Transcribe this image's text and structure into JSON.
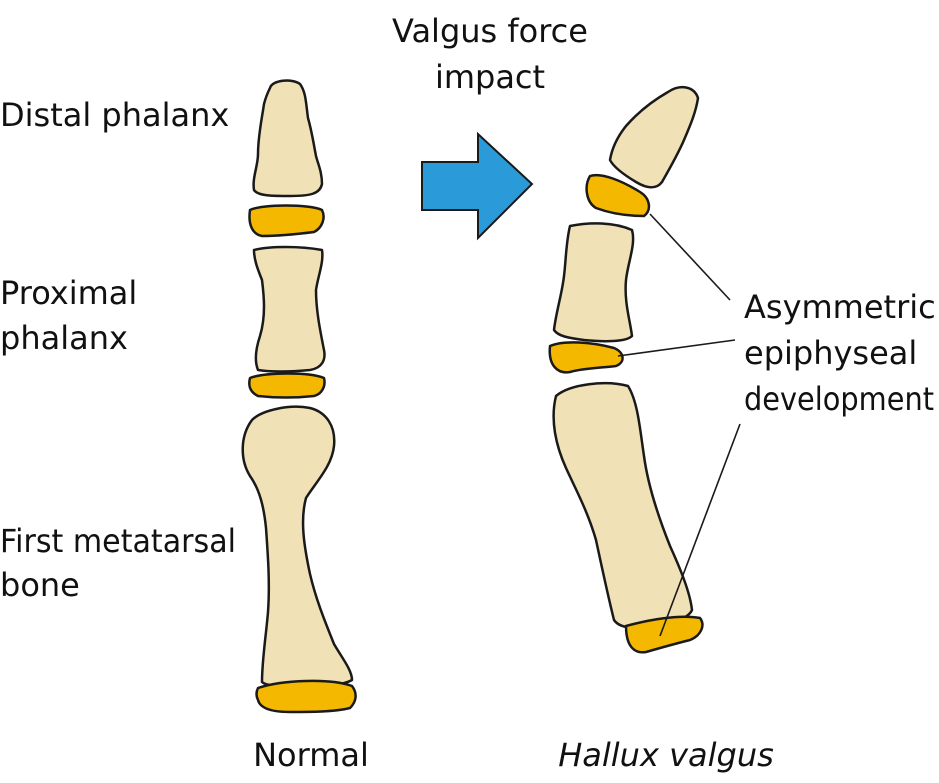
{
  "labels": {
    "distal_phalanx": "Distal phalanx",
    "proximal_phalanx_line1": "Proximal",
    "proximal_phalanx_line2": "phalanx",
    "first_metatarsal_line1": "First metatarsal",
    "first_metatarsal_line2": "bone",
    "force_line1": "Valgus force",
    "force_line2": "impact",
    "asym_line1": "Asymmetric",
    "asym_line2": "epiphyseal",
    "asym_line3": "development",
    "normal": "Normal",
    "hallux": "Hallux valgus"
  },
  "colors": {
    "bone_fill": "#f0e2b6",
    "epiphyseal_plate_fill": "#f5b800",
    "arrow_fill": "#2a9ad8",
    "outline": "#1a1a1a"
  },
  "icons": {
    "force_arrow": "right-arrow-icon"
  }
}
